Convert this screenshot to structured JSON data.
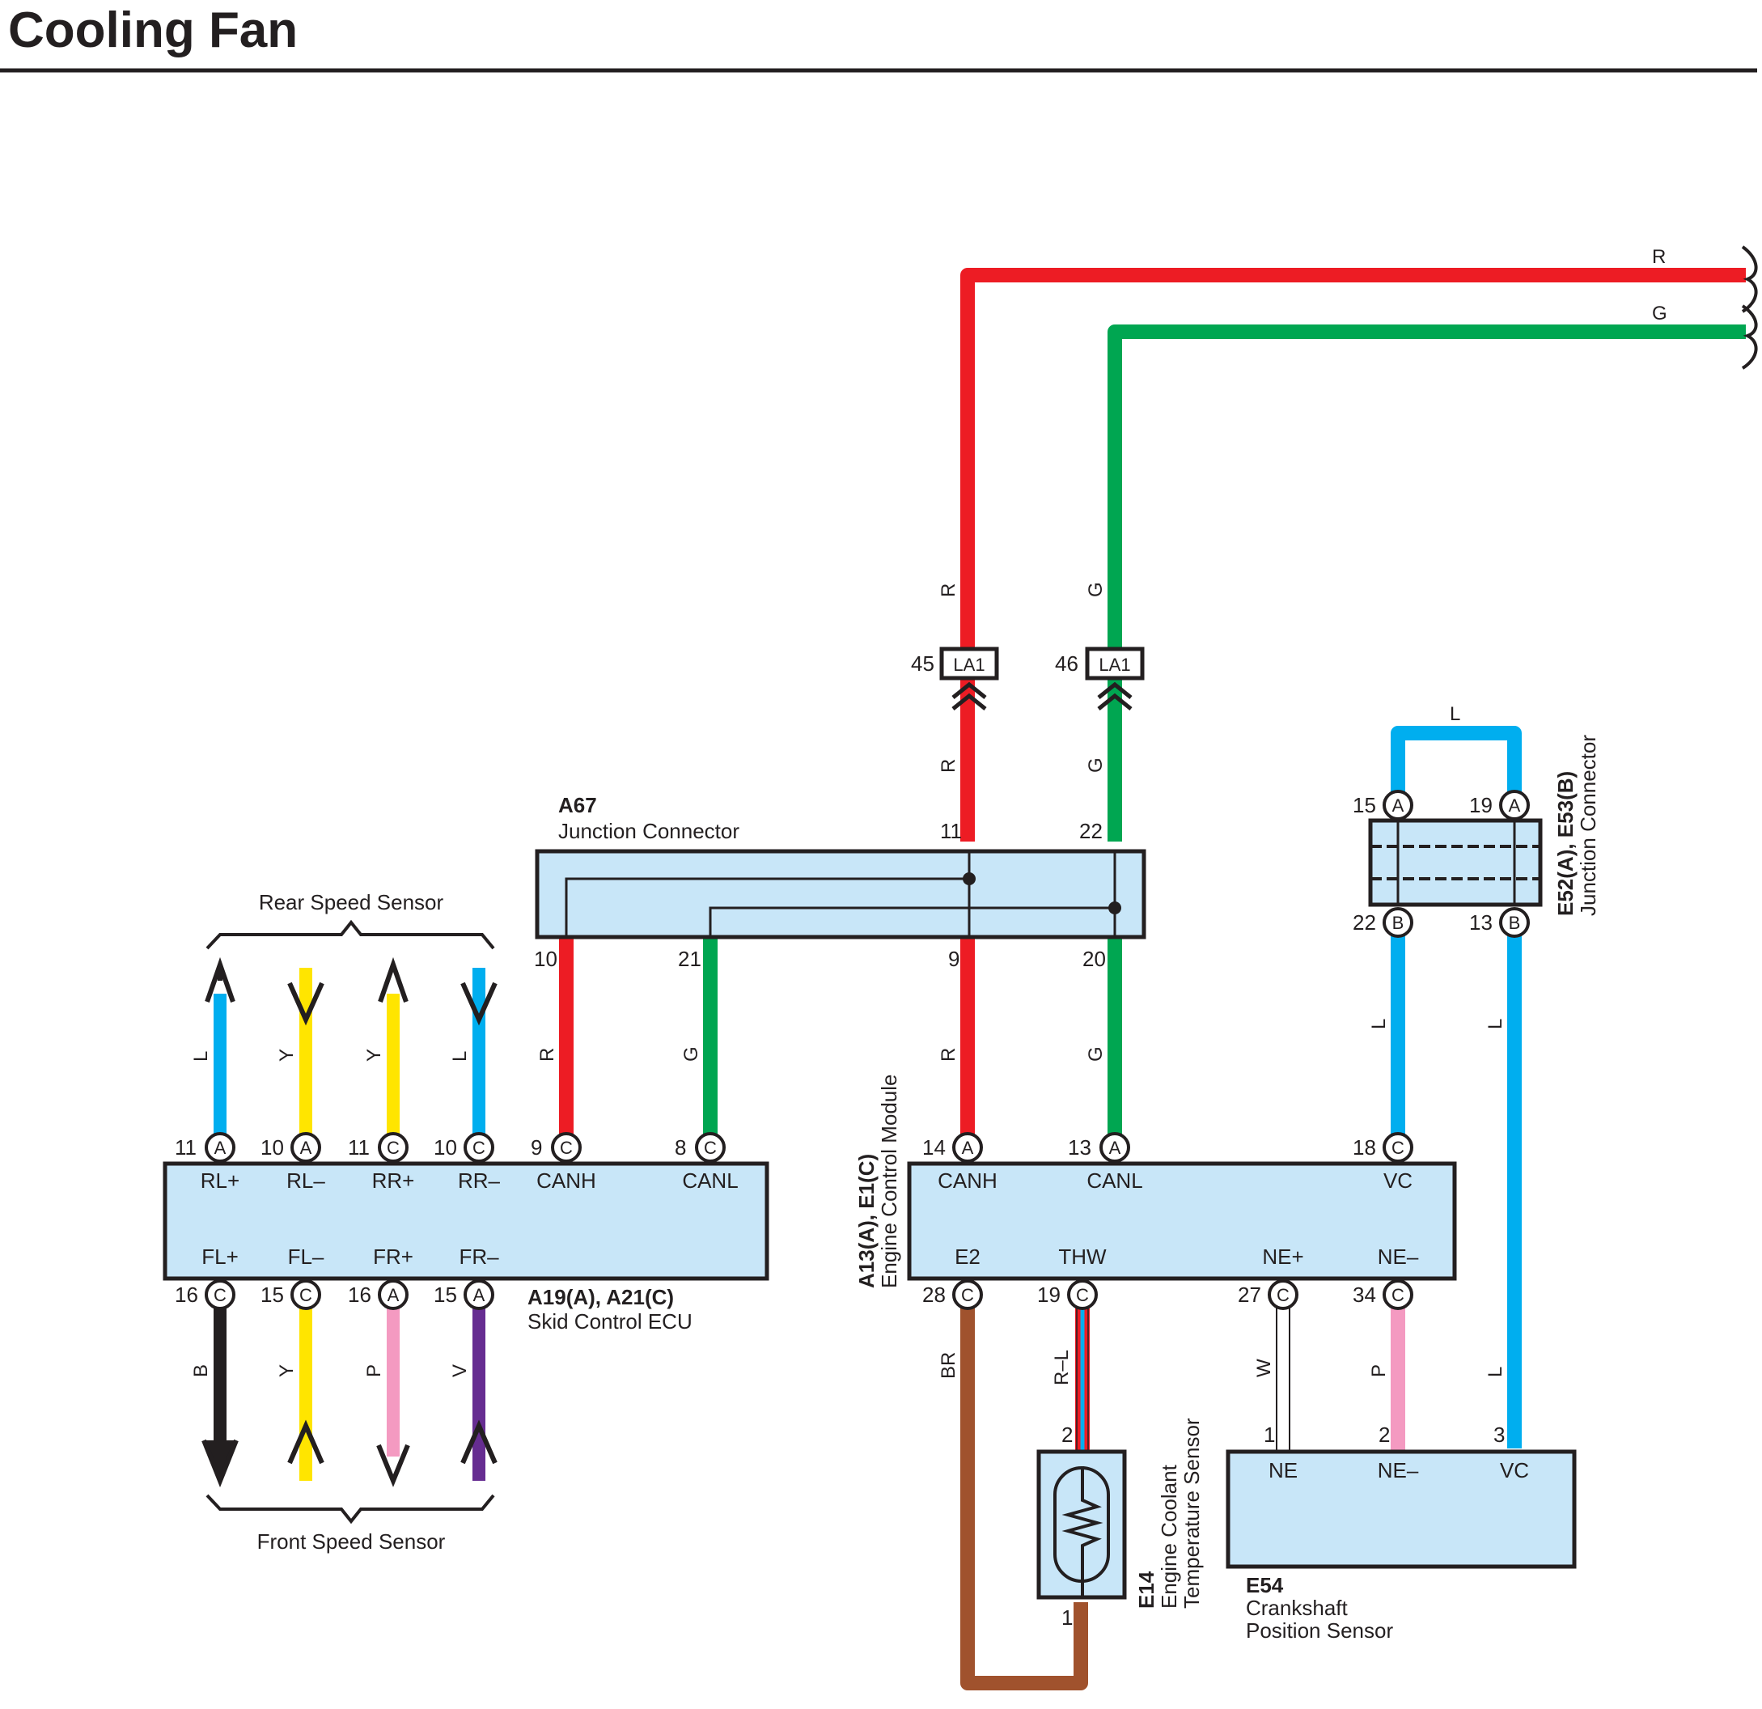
{
  "title": "Cooling Fan",
  "colors": {
    "R": "#ed1c24",
    "G": "#00a651",
    "L": "#00aeef",
    "Y": "#ffe500",
    "B": "#231f20",
    "P": "#f49ac1",
    "V": "#662d91",
    "BR": "#a0522d",
    "W": "#ffffff",
    "box_fill": "#c8e6f8"
  },
  "wire_codes": {
    "R": "R",
    "G": "G",
    "L": "L",
    "Y": "Y",
    "B": "B",
    "P": "P",
    "V": "V",
    "BR": "BR",
    "W": "W",
    "RL": "R–L"
  },
  "pins": {
    "p45": "45",
    "p46": "46",
    "p11": "11",
    "p22": "22",
    "p10": "10",
    "p21": "21",
    "p9": "9",
    "p20": "20",
    "p14": "14",
    "p13": "13",
    "p18": "18",
    "p8": "8",
    "p15": "15",
    "p16": "16",
    "p19": "19",
    "p28": "28",
    "p27": "27",
    "p34": "34",
    "p1": "1",
    "p2": "2",
    "p3": "3"
  },
  "connector_letters": {
    "A": "A",
    "B": "B",
    "C": "C"
  },
  "la1": "LA1",
  "a67": {
    "id": "A67",
    "name": "Junction Connector"
  },
  "e52": {
    "id": "E52(A), E53(B)",
    "name": "Junction Connector"
  },
  "skid": {
    "id": "A19(A), A21(C)",
    "name": "Skid Control ECU",
    "top_terms": [
      "RL+",
      "RL–",
      "RR+",
      "RR–",
      "CANH",
      "CANL"
    ],
    "bottom_terms": [
      "FL+",
      "FL–",
      "FR+",
      "FR–"
    ]
  },
  "ecm": {
    "id": "A13(A), E1(C)",
    "name": "Engine Control Module",
    "top_terms": [
      "CANH",
      "CANL",
      "VC"
    ],
    "bottom_terms": [
      "E2",
      "THW",
      "NE+",
      "NE–"
    ]
  },
  "rear_sensor": "Rear Speed Sensor",
  "front_sensor": "Front Speed Sensor",
  "e14": {
    "id": "E14",
    "name_line1": "Engine Coolant",
    "name_line2": "Temperature Sensor"
  },
  "e54": {
    "id": "E54",
    "name_line1": "Crankshaft",
    "name_line2": "Position Sensor",
    "terms": [
      "NE",
      "NE–",
      "VC"
    ]
  }
}
